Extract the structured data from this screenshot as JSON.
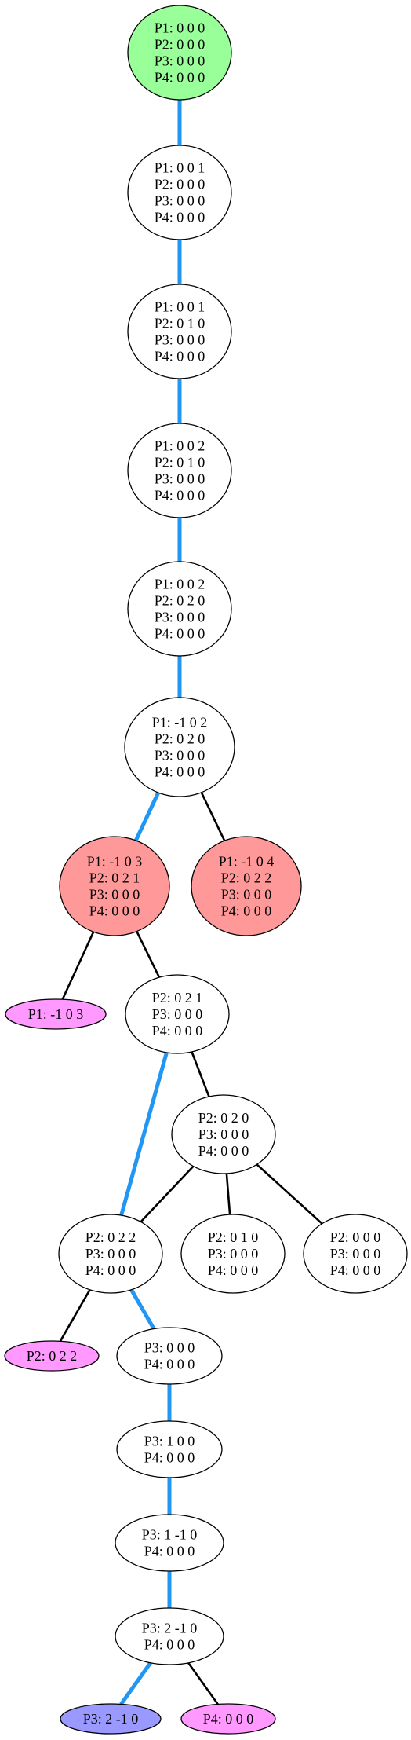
{
  "colors": {
    "root": "#99ff99",
    "selected": "#ff9999",
    "leaf_pink": "#ff99ff",
    "leaf_blue": "#9999ff",
    "default": "#ffffff",
    "path_edge": "#2196f3",
    "edge": "#000000"
  },
  "nodes": [
    {
      "id": "n0",
      "style": "root",
      "lines": [
        "P1: 0 0 0",
        "P2: 0 0 0",
        "P3: 0 0 0",
        "P4: 0 0 0"
      ]
    },
    {
      "id": "n1",
      "style": "default",
      "lines": [
        "P1: 0 0 1",
        "P2: 0 0 0",
        "P3: 0 0 0",
        "P4: 0 0 0"
      ]
    },
    {
      "id": "n2",
      "style": "default",
      "lines": [
        "P1: 0 0 1",
        "P2: 0 1 0",
        "P3: 0 0 0",
        "P4: 0 0 0"
      ]
    },
    {
      "id": "n3",
      "style": "default",
      "lines": [
        "P1: 0 0 2",
        "P2: 0 1 0",
        "P3: 0 0 0",
        "P4: 0 0 0"
      ]
    },
    {
      "id": "n4",
      "style": "default",
      "lines": [
        "P1: 0 0 2",
        "P2: 0 2 0",
        "P3: 0 0 0",
        "P4: 0 0 0"
      ]
    },
    {
      "id": "n5",
      "style": "default",
      "lines": [
        "P1: -1 0 2",
        "P2: 0 2 0",
        "P3: 0 0 0",
        "P4: 0 0 0"
      ]
    },
    {
      "id": "n6",
      "style": "selected",
      "lines": [
        "P1: -1 0 3",
        "P2: 0 2 1",
        "P3: 0 0 0",
        "P4: 0 0 0"
      ]
    },
    {
      "id": "n7",
      "style": "selected",
      "lines": [
        "P1: -1 0 4",
        "P2: 0 2 2",
        "P3: 0 0 0",
        "P4: 0 0 0"
      ]
    },
    {
      "id": "n8",
      "style": "leaf_pink",
      "lines": [
        "P1: -1 0 3"
      ]
    },
    {
      "id": "n9",
      "style": "default",
      "lines": [
        "P2: 0 2 1",
        "P3: 0 0 0",
        "P4: 0 0 0"
      ]
    },
    {
      "id": "n10",
      "style": "default",
      "lines": [
        "P2: 0 2 0",
        "P3: 0 0 0",
        "P4: 0 0 0"
      ]
    },
    {
      "id": "n11",
      "style": "default",
      "lines": [
        "P2: 0 2 2",
        "P3: 0 0 0",
        "P4: 0 0 0"
      ]
    },
    {
      "id": "n12",
      "style": "default",
      "lines": [
        "P2: 0 1 0",
        "P3: 0 0 0",
        "P4: 0 0 0"
      ]
    },
    {
      "id": "n13",
      "style": "default",
      "lines": [
        "P2: 0 0 0",
        "P3: 0 0 0",
        "P4: 0 0 0"
      ]
    },
    {
      "id": "n14",
      "style": "leaf_pink",
      "lines": [
        "P2: 0 2 2"
      ]
    },
    {
      "id": "n15",
      "style": "default",
      "lines": [
        "P3: 0 0 0",
        "P4: 0 0 0"
      ]
    },
    {
      "id": "n16",
      "style": "default",
      "lines": [
        "P3: 1 0 0",
        "P4: 0 0 0"
      ]
    },
    {
      "id": "n17",
      "style": "default",
      "lines": [
        "P3: 1 -1 0",
        "P4: 0 0 0"
      ]
    },
    {
      "id": "n18",
      "style": "default",
      "lines": [
        "P3: 2 -1 0",
        "P4: 0 0 0"
      ]
    },
    {
      "id": "n19",
      "style": "leaf_blue",
      "lines": [
        "P3: 2 -1 0"
      ]
    },
    {
      "id": "n20",
      "style": "leaf_pink",
      "lines": [
        "P4: 0 0 0"
      ]
    }
  ],
  "edges": [
    {
      "from": "n0",
      "to": "n1",
      "path": true
    },
    {
      "from": "n1",
      "to": "n2",
      "path": true
    },
    {
      "from": "n2",
      "to": "n3",
      "path": true
    },
    {
      "from": "n3",
      "to": "n4",
      "path": true
    },
    {
      "from": "n4",
      "to": "n5",
      "path": true
    },
    {
      "from": "n5",
      "to": "n6",
      "path": true
    },
    {
      "from": "n5",
      "to": "n7",
      "path": false
    },
    {
      "from": "n6",
      "to": "n8",
      "path": false
    },
    {
      "from": "n6",
      "to": "n9",
      "path": false
    },
    {
      "from": "n9",
      "to": "n11",
      "path": true
    },
    {
      "from": "n9",
      "to": "n10",
      "path": false
    },
    {
      "from": "n10",
      "to": "n11",
      "path": false
    },
    {
      "from": "n10",
      "to": "n12",
      "path": false
    },
    {
      "from": "n10",
      "to": "n13",
      "path": false
    },
    {
      "from": "n11",
      "to": "n14",
      "path": false
    },
    {
      "from": "n11",
      "to": "n15",
      "path": true
    },
    {
      "from": "n15",
      "to": "n16",
      "path": true
    },
    {
      "from": "n16",
      "to": "n17",
      "path": true
    },
    {
      "from": "n17",
      "to": "n18",
      "path": true
    },
    {
      "from": "n18",
      "to": "n19",
      "path": true
    },
    {
      "from": "n18",
      "to": "n20",
      "path": false
    }
  ]
}
